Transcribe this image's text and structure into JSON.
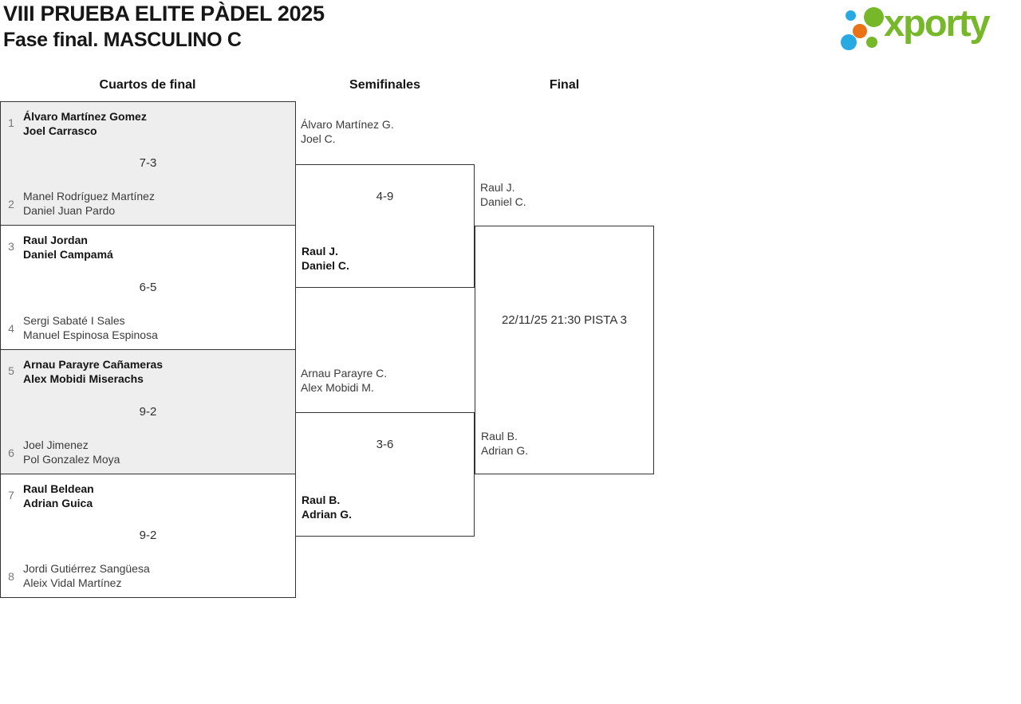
{
  "header": {
    "title_line1": "VIII PRUEBA ELITE PÀDEL 2025",
    "title_line2": "Fase final. MASCULINO C",
    "logo_text": "xporty"
  },
  "columns": [
    {
      "label": "Cuartos de final"
    },
    {
      "label": "Semifinales"
    },
    {
      "label": "Final"
    }
  ],
  "bracket": {
    "quarterfinals": [
      {
        "seed_top": "1",
        "team_top": [
          "Álvaro Martínez Gomez",
          "Joel Carrasco"
        ],
        "score": "7-3",
        "seed_bottom": "2",
        "team_bottom": [
          "Manel Rodríguez Martínez",
          "Daniel Juan Pardo"
        ],
        "winner": "top"
      },
      {
        "seed_top": "3",
        "team_top": [
          "Raul Jordan",
          "Daniel Campamá"
        ],
        "score": "6-5",
        "seed_bottom": "4",
        "team_bottom": [
          "Sergi Sabaté I Sales",
          "Manuel Espinosa Espinosa"
        ],
        "winner": "top"
      },
      {
        "seed_top": "5",
        "team_top": [
          "Arnau Parayre Cañameras",
          "Alex Mobidi Miserachs"
        ],
        "score": "9-2",
        "seed_bottom": "6",
        "team_bottom": [
          "Joel Jimenez",
          "Pol Gonzalez Moya"
        ],
        "winner": "top"
      },
      {
        "seed_top": "7",
        "team_top": [
          "Raul Beldean",
          "Adrian Guica"
        ],
        "score": "9-2",
        "seed_bottom": "8",
        "team_bottom": [
          "Jordi Gutiérrez Sangüesa",
          "Aleix Vidal Martínez"
        ],
        "winner": "top"
      }
    ],
    "semifinals": [
      {
        "team_top": [
          "Álvaro Martínez G.",
          "Joel C."
        ],
        "score": "4-9",
        "team_bottom": [
          "Raul J.",
          "Daniel C."
        ],
        "winner": "bottom"
      },
      {
        "team_top": [
          "Arnau Parayre C.",
          "Alex Mobidi M."
        ],
        "score": "3-6",
        "team_bottom": [
          "Raul B.",
          "Adrian G."
        ],
        "winner": "bottom"
      }
    ],
    "final": {
      "team_top": [
        "Raul J.",
        "Daniel C."
      ],
      "info": "22/11/25 21:30 PISTA 3",
      "team_bottom": [
        "Raul B.",
        "Adrian G."
      ],
      "winner": null
    }
  },
  "colors": {
    "accent_green": "#76b82a",
    "dot_blue": "#29a9e1",
    "dot_orange": "#ea7317",
    "box_fill_gray": "#eeeeee",
    "line": "#333333"
  }
}
